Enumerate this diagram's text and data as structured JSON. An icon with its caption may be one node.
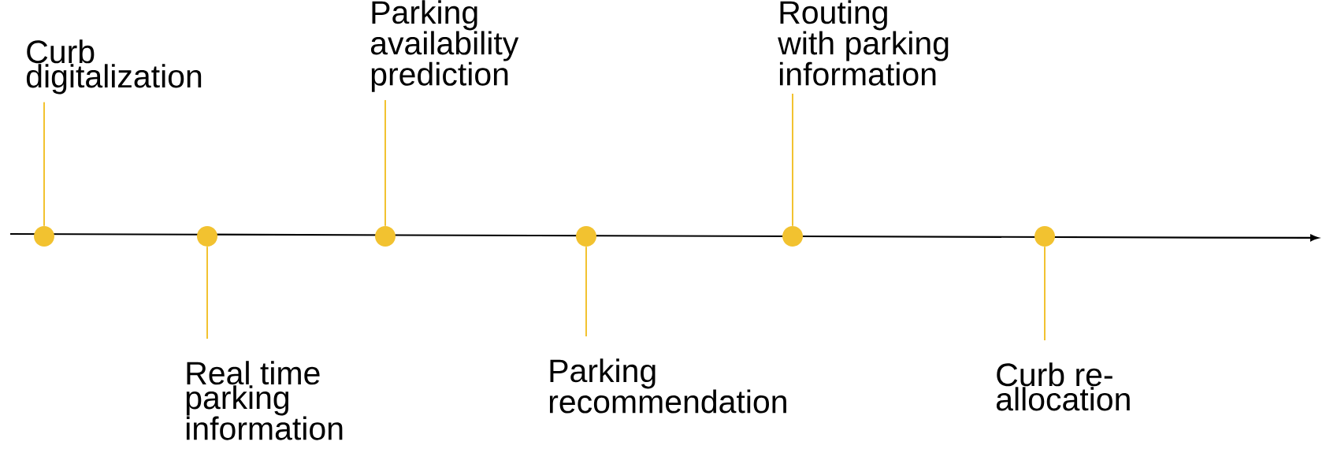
{
  "diagram": {
    "nodes": [
      {
        "text": [
          "Curb digitalization"
        ]
      },
      {
        "text": [
          "Real time parking information"
        ]
      },
      {
        "text": [
          "Parking availability prediction"
        ]
      },
      {
        "text": [
          "Parking recommendation"
        ]
      },
      {
        "text": [
          "Routing with parking information"
        ]
      },
      {
        "text": [
          "Curb re-allocation"
        ]
      },
      {
        "text": [],
        "shape": "circle"
      },
      {
        "text": [],
        "shape": "circle"
      },
      {
        "text": [],
        "shape": "circle"
      },
      {
        "text": [],
        "shape": "circle"
      },
      {
        "text": [],
        "shape": "circle"
      },
      {
        "text": [],
        "shape": "circle"
      }
    ],
    "edges": [
      {
        "from": 0,
        "to": 6,
        "arrow": "none"
      },
      {
        "from": 1,
        "to": 7,
        "arrow": "none"
      },
      {
        "from": 2,
        "to": 8,
        "arrow": "none"
      },
      {
        "from": 3,
        "to": 9,
        "arrow": "none"
      },
      {
        "from": 4,
        "to": 10,
        "arrow": "none"
      },
      {
        "from": 5,
        "to": 11,
        "arrow": "none"
      }
    ]
  }
}
